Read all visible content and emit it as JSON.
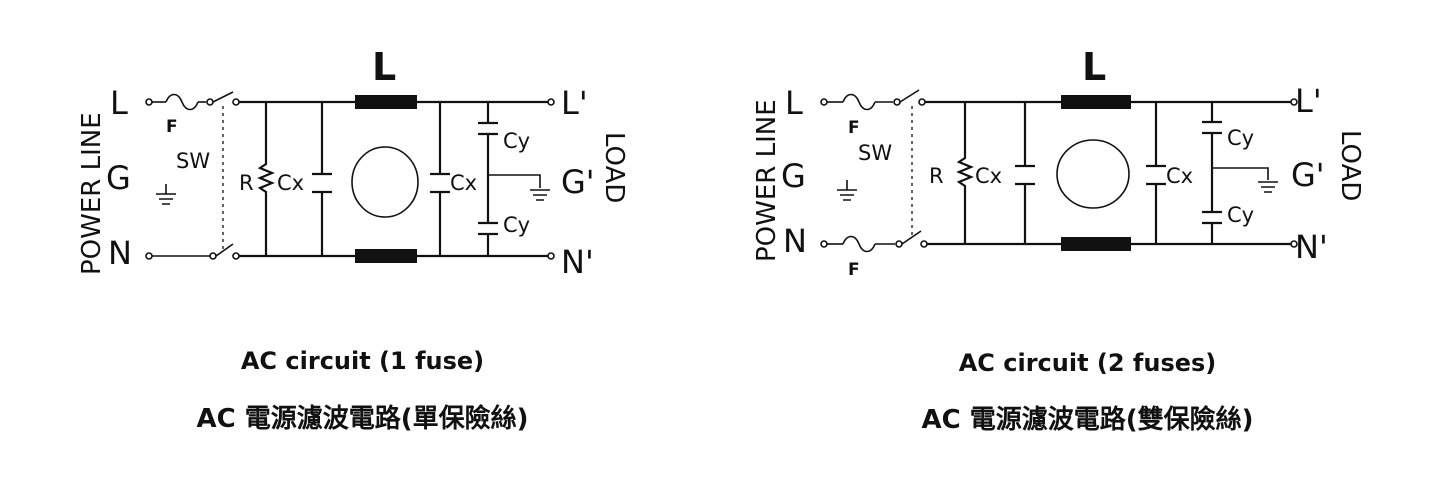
{
  "left": {
    "side_line": "POWER LINE",
    "side_load": "LOAD",
    "in_L": "L",
    "in_G": "G",
    "in_N": "N",
    "out_L": "L'",
    "out_G": "G'",
    "out_N": "N'",
    "choke": "L",
    "fuse": "F",
    "switch": "SW",
    "resistor": "R",
    "cx1": "Cx",
    "cx2": "Cx",
    "cy1": "Cy",
    "cy2": "Cy",
    "caption_en": "AC circuit (1 fuse)",
    "caption_zh": "AC 電源濾波電路(單保險絲)"
  },
  "right": {
    "side_line": "POWER LINE",
    "side_load": "LOAD",
    "in_L": "L",
    "in_G": "G",
    "in_N": "N",
    "out_L": "L'",
    "out_G": "G'",
    "out_N": "N'",
    "choke": "L",
    "fuse_top": "F",
    "fuse_bottom": "F",
    "switch": "SW",
    "resistor": "R",
    "cx1": "Cx",
    "cx2": "Cx",
    "cy1": "Cy",
    "cy2": "Cy",
    "caption_en": "AC circuit (2 fuses)",
    "caption_zh": "AC 電源濾波電路(雙保險絲)"
  }
}
